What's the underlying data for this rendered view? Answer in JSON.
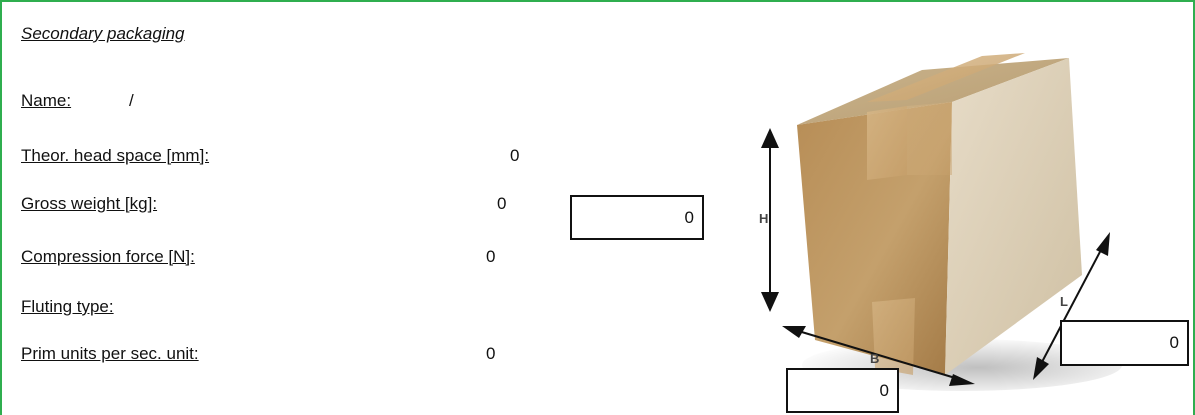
{
  "section": {
    "title": "Secondary packaging"
  },
  "fields": {
    "name": {
      "label": "Name:",
      "value": "/"
    },
    "head_space": {
      "label": "Theor. head space [mm]:",
      "value": "0"
    },
    "gross_weight": {
      "label": "Gross weight [kg]:",
      "value": "0"
    },
    "compression_force": {
      "label": "Compression force [N]:",
      "value": "0"
    },
    "fluting_type": {
      "label": "Fluting type:",
      "value": ""
    },
    "prim_units": {
      "label": "Prim units per sec. unit:",
      "value": "0"
    }
  },
  "dimensions": {
    "height": {
      "label": "H",
      "value": "0"
    },
    "width": {
      "label": "B",
      "value": "0"
    },
    "length": {
      "label": "L",
      "value": "0"
    }
  },
  "colors": {
    "border": "#2fae4f",
    "box_front": "#c7a46b",
    "box_side": "#a9854f",
    "box_top": "#d7bb84",
    "tape": "#e6c48a"
  },
  "icons": {
    "box": "cardboard-box-icon"
  }
}
